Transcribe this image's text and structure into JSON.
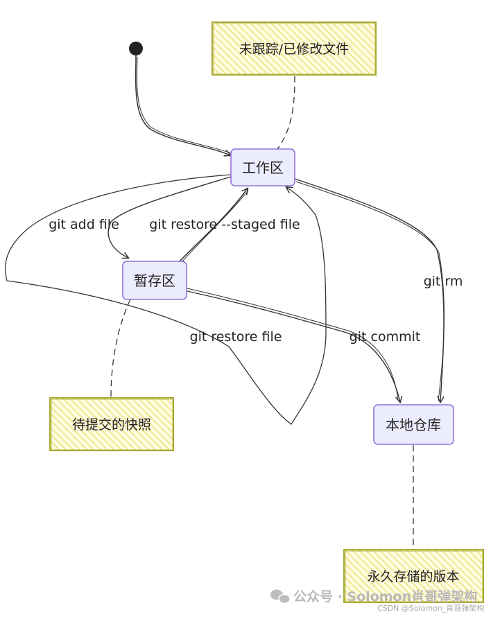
{
  "states": {
    "workspace": "工作区",
    "staging": "暂存区",
    "repo": "本地仓库"
  },
  "notes": {
    "untracked": "未跟踪/已修改文件",
    "snapshot": "待提交的快照",
    "versions": "永久存储的版本"
  },
  "edges": {
    "add": "git add file",
    "restore_staged": "git restore --staged file",
    "restore": "git restore file",
    "commit": "git commit",
    "rm": "git rm"
  },
  "watermark": {
    "main": "公众号 · Solomon肖哥弹架构",
    "credit": "CSDN @Solomon_肖哥弹架构"
  },
  "colors": {
    "state_fill": "#ececff",
    "state_border": "#9370db",
    "note_fill": "#fff5ad",
    "note_border": "#aaaa33",
    "line": "#333333"
  }
}
